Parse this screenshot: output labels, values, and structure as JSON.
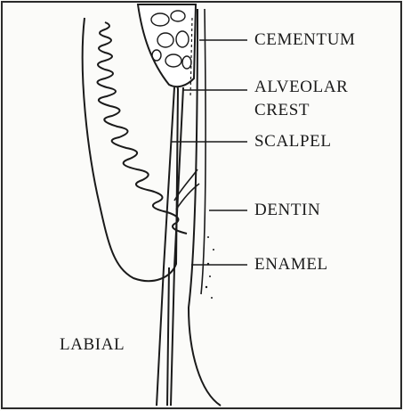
{
  "labels": {
    "cementum": "CEMENTUM",
    "alveolar_crest": "ALVEOLAR\nCREST",
    "alveolar_line1": "ALVEOLAR",
    "alveolar_line2": "CREST",
    "scalpel": "SCALPEL",
    "dentin": "DENTIN",
    "enamel": "ENAMEL",
    "labial": "LABIAL"
  },
  "colors": {
    "ink": "#1a1a1a",
    "paper": "#fbfbf9",
    "frame": "#2a2a2a"
  }
}
